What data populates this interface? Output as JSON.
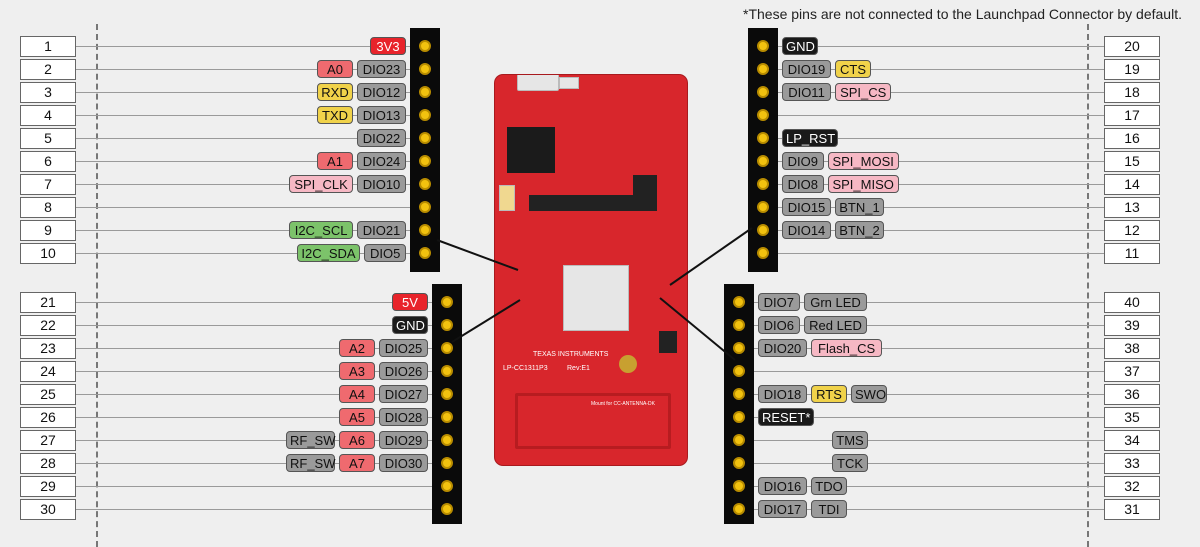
{
  "note": "*These pins are not connected to the Launchpad Connector by default.",
  "colors": {
    "red": "#e8242b",
    "pink_red": "#ef6a6f",
    "yellow": "#f0d24a",
    "green": "#7cc36a",
    "gray": "#9a9a9a",
    "black": "#1a1a1a",
    "light_pink": "#f6b8c4",
    "header": "#0a0a0a",
    "pin_dot": "#f2c20f",
    "board": "#d8262c"
  },
  "board": {
    "name_label": "LP-CC1311P3",
    "rev_label": "Rev:E1",
    "brand_label": "TEXAS INSTRUMENTS",
    "antenna_label": "Mount for CC-ANTENNA-DK",
    "header_labels_left": [
      "3V3",
      "DIO23",
      "DIO12",
      "DIO13",
      "DIO22",
      "DIO24",
      "DIO10",
      "DIO21",
      "DIO5"
    ],
    "header_labels_right": [
      "5V",
      "GND"
    ]
  },
  "left_top": [
    {
      "pin": "1",
      "tags": [
        {
          "text": "3V3",
          "color": "red"
        }
      ]
    },
    {
      "pin": "2",
      "tags": [
        {
          "text": "A0",
          "color": "pink_red"
        },
        {
          "text": "DIO23",
          "color": "gray"
        }
      ]
    },
    {
      "pin": "3",
      "tags": [
        {
          "text": "RXD",
          "color": "yellow"
        },
        {
          "text": "DIO12",
          "color": "gray"
        }
      ]
    },
    {
      "pin": "4",
      "tags": [
        {
          "text": "TXD",
          "color": "yellow"
        },
        {
          "text": "DIO13",
          "color": "gray"
        }
      ]
    },
    {
      "pin": "5",
      "tags": [
        {
          "text": "DIO22",
          "color": "gray"
        }
      ]
    },
    {
      "pin": "6",
      "tags": [
        {
          "text": "A1",
          "color": "pink_red"
        },
        {
          "text": "DIO24",
          "color": "gray"
        }
      ]
    },
    {
      "pin": "7",
      "tags": [
        {
          "text": "SPI_CLK",
          "color": "light_pink"
        },
        {
          "text": "DIO10",
          "color": "gray"
        }
      ]
    },
    {
      "pin": "8",
      "tags": []
    },
    {
      "pin": "9",
      "tags": [
        {
          "text": "I2C_SCL",
          "color": "green"
        },
        {
          "text": "DIO21",
          "color": "gray"
        }
      ]
    },
    {
      "pin": "10",
      "tags": [
        {
          "text": "I2C_SDA",
          "color": "green"
        },
        {
          "text": "DIO5",
          "color": "gray"
        }
      ]
    }
  ],
  "left_bottom": [
    {
      "pin": "21",
      "tags": [
        {
          "text": "5V",
          "color": "red"
        }
      ]
    },
    {
      "pin": "22",
      "tags": [
        {
          "text": "GND",
          "color": "black"
        }
      ]
    },
    {
      "pin": "23",
      "tags": [
        {
          "text": "A2",
          "color": "pink_red"
        },
        {
          "text": "DIO25",
          "color": "gray"
        }
      ]
    },
    {
      "pin": "24",
      "tags": [
        {
          "text": "A3",
          "color": "pink_red"
        },
        {
          "text": "DIO26",
          "color": "gray"
        }
      ]
    },
    {
      "pin": "25",
      "tags": [
        {
          "text": "A4",
          "color": "pink_red"
        },
        {
          "text": "DIO27",
          "color": "gray"
        }
      ]
    },
    {
      "pin": "26",
      "tags": [
        {
          "text": "A5",
          "color": "pink_red"
        },
        {
          "text": "DIO28",
          "color": "gray"
        }
      ]
    },
    {
      "pin": "27",
      "tags": [
        {
          "text": "RF_SW",
          "color": "gray"
        },
        {
          "text": "A6",
          "color": "pink_red"
        },
        {
          "text": "DIO29",
          "color": "gray"
        }
      ]
    },
    {
      "pin": "28",
      "tags": [
        {
          "text": "RF_SW",
          "color": "gray"
        },
        {
          "text": "A7",
          "color": "pink_red"
        },
        {
          "text": "DIO30",
          "color": "gray"
        }
      ]
    },
    {
      "pin": "29",
      "tags": []
    },
    {
      "pin": "30",
      "tags": []
    }
  ],
  "right_top": [
    {
      "pin": "20",
      "tags": [
        {
          "text": "GND",
          "color": "black"
        }
      ]
    },
    {
      "pin": "19",
      "tags": [
        {
          "text": "DIO19",
          "color": "gray"
        },
        {
          "text": "CTS",
          "color": "yellow"
        }
      ]
    },
    {
      "pin": "18",
      "tags": [
        {
          "text": "DIO11",
          "color": "gray"
        },
        {
          "text": "SPI_CS",
          "color": "light_pink"
        }
      ]
    },
    {
      "pin": "17",
      "tags": []
    },
    {
      "pin": "16",
      "tags": [
        {
          "text": "LP_RST",
          "color": "black"
        }
      ]
    },
    {
      "pin": "15",
      "tags": [
        {
          "text": "DIO9",
          "color": "gray"
        },
        {
          "text": "SPI_MOSI",
          "color": "light_pink"
        }
      ]
    },
    {
      "pin": "14",
      "tags": [
        {
          "text": "DIO8",
          "color": "gray"
        },
        {
          "text": "SPI_MISO",
          "color": "light_pink"
        }
      ]
    },
    {
      "pin": "13",
      "tags": [
        {
          "text": "DIO15",
          "color": "gray"
        },
        {
          "text": "BTN_1",
          "color": "gray"
        }
      ]
    },
    {
      "pin": "12",
      "tags": [
        {
          "text": "DIO14",
          "color": "gray"
        },
        {
          "text": "BTN_2",
          "color": "gray"
        }
      ]
    },
    {
      "pin": "11",
      "tags": []
    }
  ],
  "right_bottom": [
    {
      "pin": "40",
      "tags": [
        {
          "text": "DIO7",
          "color": "gray"
        },
        {
          "text": "Grn LED",
          "color": "gray"
        }
      ]
    },
    {
      "pin": "39",
      "tags": [
        {
          "text": "DIO6",
          "color": "gray"
        },
        {
          "text": "Red LED",
          "color": "gray"
        }
      ]
    },
    {
      "pin": "38",
      "tags": [
        {
          "text": "DIO20",
          "color": "gray"
        },
        {
          "text": "Flash_CS",
          "color": "light_pink"
        }
      ]
    },
    {
      "pin": "37",
      "tags": []
    },
    {
      "pin": "36",
      "tags": [
        {
          "text": "DIO18",
          "color": "gray"
        },
        {
          "text": "RTS",
          "color": "yellow"
        },
        {
          "text": "SWO",
          "color": "gray"
        }
      ]
    },
    {
      "pin": "35",
      "tags": [
        {
          "text": "RESET*",
          "color": "black"
        }
      ]
    },
    {
      "pin": "34",
      "tags": [
        {
          "text": "TMS",
          "color": "gray",
          "slot": 1
        }
      ]
    },
    {
      "pin": "33",
      "tags": [
        {
          "text": "TCK",
          "color": "gray",
          "slot": 1
        }
      ]
    },
    {
      "pin": "32",
      "tags": [
        {
          "text": "DIO16",
          "color": "gray"
        },
        {
          "text": "TDO",
          "color": "gray"
        }
      ]
    },
    {
      "pin": "31",
      "tags": [
        {
          "text": "DIO17",
          "color": "gray"
        },
        {
          "text": "TDI",
          "color": "gray"
        }
      ]
    }
  ]
}
